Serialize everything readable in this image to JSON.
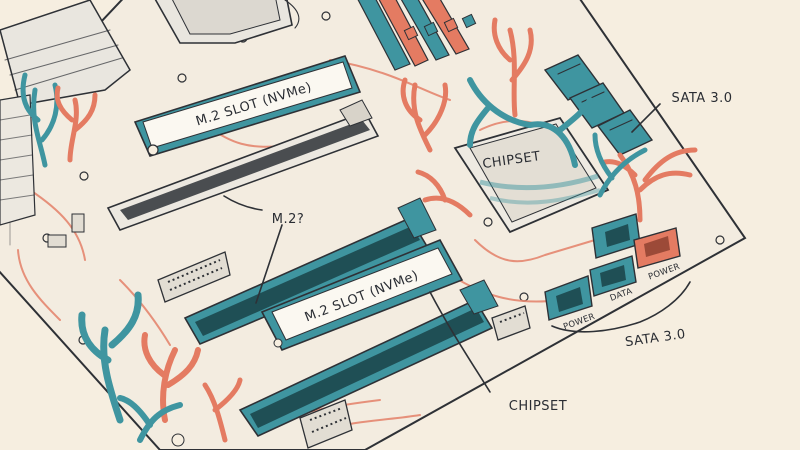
{
  "labels": {
    "m2_slot_top": "M.2 SLOT (NVMe)",
    "m2_slot_bottom": "M.2 SLOT (NVMe)",
    "m2_question": "M.2?",
    "chipset_on_chip": "CHIPSET",
    "chipset_callout": "CHIPSET",
    "sata_top": "SATA 3.0",
    "sata_bottom": "SATA 3.0",
    "port_power_left": "POWER",
    "port_data": "DATA",
    "port_power_right": "POWER"
  },
  "colors": {
    "paper": "#f6eee0",
    "board": "#f3ece0",
    "teal": "#3f95a0",
    "coral": "#e47b62",
    "ink": "#2e3136"
  },
  "icons": [
    "memory-slots-icon",
    "cpu-socket-icon",
    "sata-connector-icon",
    "coral-branch-icon",
    "capacitor-icon"
  ]
}
